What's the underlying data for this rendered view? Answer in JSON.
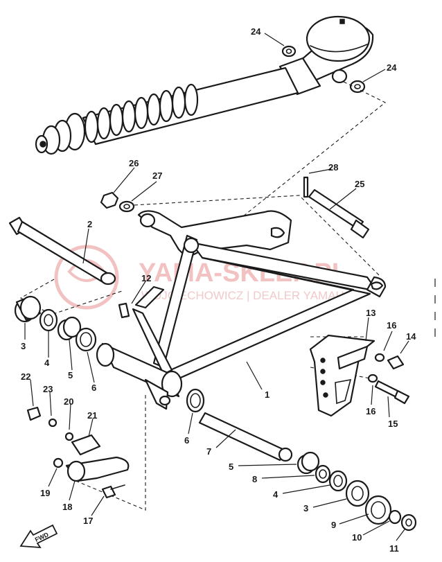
{
  "watermark": {
    "title": "YAMA-SKLEP.PL",
    "subtitle": "WOJCIECHOWICZ | DEALER YAMAHA"
  },
  "fwd_label": "FWD",
  "callouts": [
    {
      "id": "c1",
      "label": "1"
    },
    {
      "id": "c2",
      "label": "2"
    },
    {
      "id": "c3a",
      "label": "3"
    },
    {
      "id": "c3b",
      "label": "3"
    },
    {
      "id": "c4a",
      "label": "4"
    },
    {
      "id": "c4b",
      "label": "4"
    },
    {
      "id": "c5a",
      "label": "5"
    },
    {
      "id": "c5b",
      "label": "5"
    },
    {
      "id": "c6a",
      "label": "6"
    },
    {
      "id": "c6b",
      "label": "6"
    },
    {
      "id": "c7",
      "label": "7"
    },
    {
      "id": "c8",
      "label": "8"
    },
    {
      "id": "c9",
      "label": "9"
    },
    {
      "id": "c10",
      "label": "10"
    },
    {
      "id": "c11",
      "label": "11"
    },
    {
      "id": "c12",
      "label": "12"
    },
    {
      "id": "c13",
      "label": "13"
    },
    {
      "id": "c14",
      "label": "14"
    },
    {
      "id": "c15",
      "label": "15"
    },
    {
      "id": "c16a",
      "label": "16"
    },
    {
      "id": "c16b",
      "label": "16"
    },
    {
      "id": "c17",
      "label": "17"
    },
    {
      "id": "c18",
      "label": "18"
    },
    {
      "id": "c19",
      "label": "19"
    },
    {
      "id": "c20",
      "label": "20"
    },
    {
      "id": "c21",
      "label": "21"
    },
    {
      "id": "c22",
      "label": "22"
    },
    {
      "id": "c23",
      "label": "23"
    },
    {
      "id": "c24a",
      "label": "24"
    },
    {
      "id": "c24b",
      "label": "24"
    },
    {
      "id": "c25",
      "label": "25"
    },
    {
      "id": "c26",
      "label": "26"
    },
    {
      "id": "c27",
      "label": "27"
    },
    {
      "id": "c28",
      "label": "28"
    }
  ]
}
